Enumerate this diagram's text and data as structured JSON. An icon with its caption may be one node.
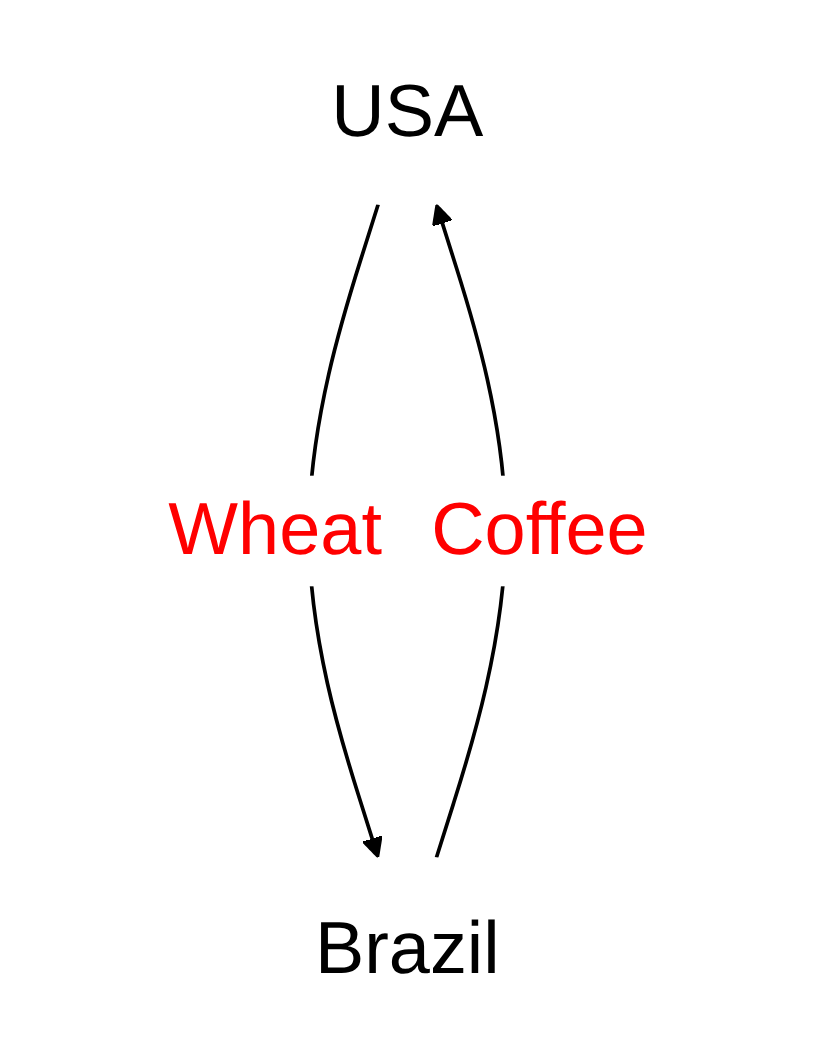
{
  "diagram": {
    "nodes": [
      {
        "text": [
          "USA"
        ]
      },
      {
        "text": [
          "Brazil"
        ]
      }
    ],
    "edges": [
      {
        "from": 0,
        "to": 1,
        "arrow": "to",
        "label": "Wheat"
      },
      {
        "from": 1,
        "to": 0,
        "arrow": "to",
        "label": "Coffee"
      }
    ]
  }
}
